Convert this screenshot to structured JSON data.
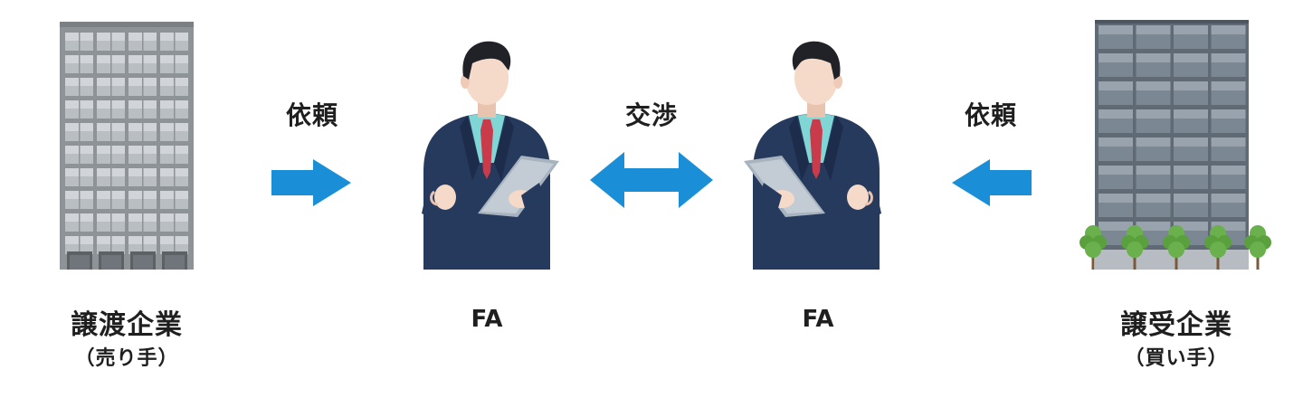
{
  "seller": {
    "name": "譲渡企業",
    "role": "（売り手）"
  },
  "buyer": {
    "name": "譲受企業",
    "role": "（買い手）"
  },
  "advisor_left": {
    "label": "FA"
  },
  "advisor_right": {
    "label": "FA"
  },
  "arrows": {
    "left": {
      "label": "依頼",
      "direction": "right"
    },
    "middle": {
      "label": "交渉",
      "direction": "both"
    },
    "right": {
      "label": "依頼",
      "direction": "left"
    }
  },
  "colors": {
    "arrow": "#1a8fd8",
    "suit": "#263a5e",
    "tie": "#c93a4b",
    "shirt": "#7fd6d4",
    "skin": "#f5d9c9",
    "hair": "#202228",
    "tablet": "#a7b3be",
    "building_left": "#8e9398",
    "building_right": "#5f6a74",
    "tree": "#6ab04c"
  },
  "icons": [
    "seller-building-icon",
    "buyer-building-icon",
    "businessman-icon",
    "arrow-icon"
  ]
}
